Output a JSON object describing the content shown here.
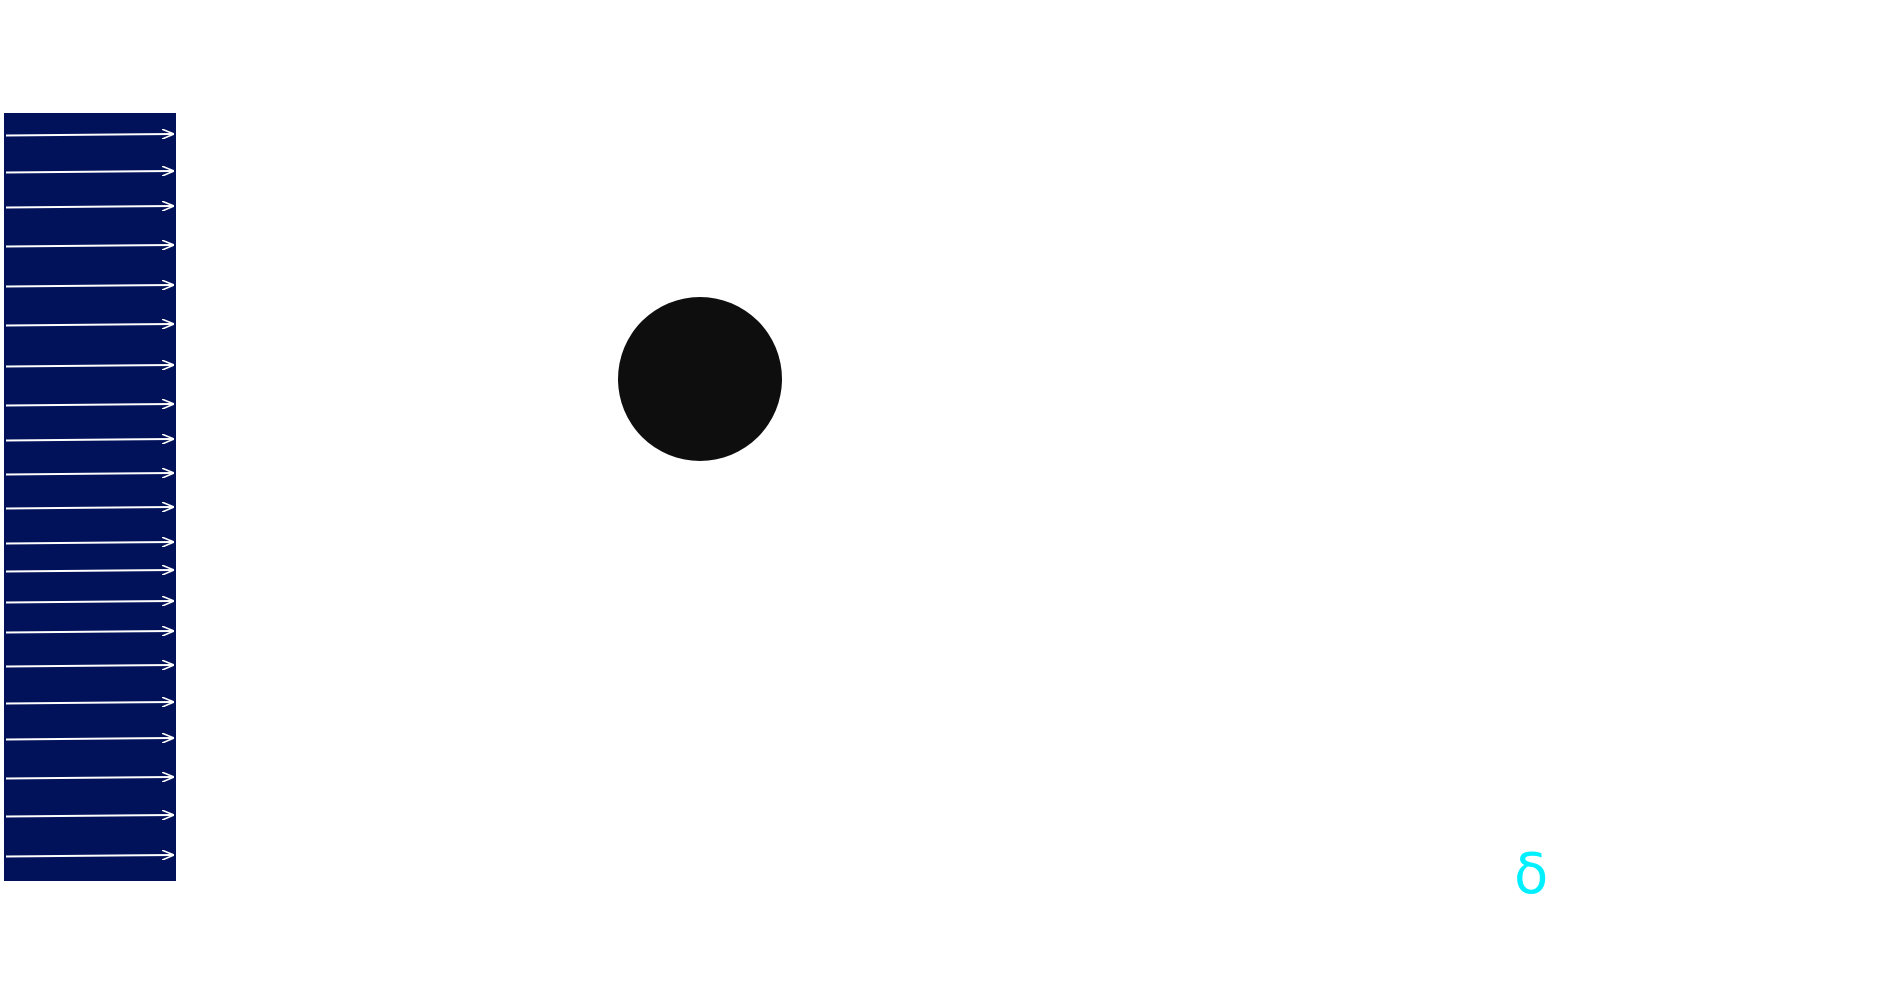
{
  "diagram": {
    "inlet_region": {
      "fill_color": "#02125a",
      "arrow_color": "#ffffff",
      "arrow_count": 21
    },
    "obstacle": {
      "shape": "circle",
      "fill_color": "#0e0e0e"
    },
    "label": {
      "text": "δ",
      "color": "#00f0ff"
    }
  }
}
